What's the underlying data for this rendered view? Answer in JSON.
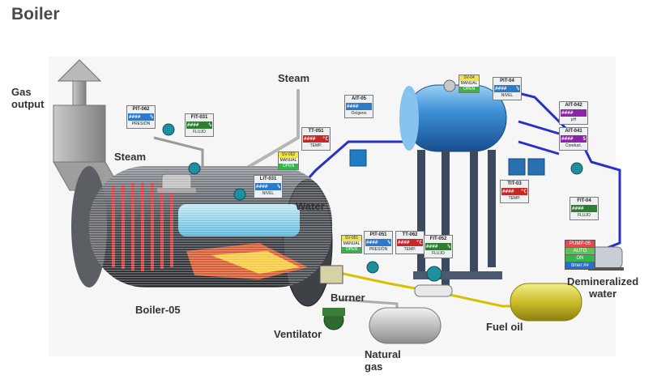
{
  "title": "Boiler",
  "labels": {
    "gas_output": "Gas\noutput",
    "steam_top": "Steam",
    "steam_left": "Steam",
    "water": "Water",
    "boiler": "Boiler-05",
    "burner": "Burner",
    "ventilator": "Ventilator",
    "natural_gas": "Natural\ngas",
    "fuel_oil": "Fuel oil",
    "demineralized_water": "Demineralized\nwater"
  },
  "instruments": {
    "pit062": {
      "tag": "PIT-062",
      "value": "####",
      "unit": "%",
      "desc": "PRESIÓN"
    },
    "fit031": {
      "tag": "FIT-031",
      "value": "####",
      "unit": "%",
      "desc": "FLUJO"
    },
    "lit031": {
      "tag": "LIT-031",
      "value": "####",
      "unit": "%",
      "desc": "NIVEL"
    },
    "tt051": {
      "tag": "TT-051",
      "value": "####",
      "unit": "°C",
      "desc": "TEMP."
    },
    "ait05": {
      "tag": "AIT-05",
      "value": "####",
      "unit": "",
      "desc": "Oxígeno"
    },
    "pit04": {
      "tag": "PIT-04",
      "value": "####",
      "unit": "%",
      "desc": "NIVEL"
    },
    "ait042": {
      "tag": "AIT-042",
      "value": "####",
      "unit": "",
      "desc": "pH"
    },
    "ait041": {
      "tag": "AIT-041",
      "value": "####",
      "unit": "S",
      "desc": "Conduct."
    },
    "tit03": {
      "tag": "TIT-03",
      "value": "####",
      "unit": "°C",
      "desc": "TEMP."
    },
    "fit04": {
      "tag": "FIT-04",
      "value": "####",
      "unit": "",
      "desc": "FLUJO"
    },
    "pit051": {
      "tag": "PIT-051",
      "value": "####",
      "unit": "%",
      "desc": "PRESIÓN"
    },
    "tt062": {
      "tag": "TT-062",
      "value": "####",
      "unit": "°C",
      "desc": "TEMP."
    },
    "fit052": {
      "tag": "FIT-052",
      "value": "####",
      "unit": "%",
      "desc": "FLUJO"
    }
  },
  "valves": {
    "sv052": {
      "tag": "SV-052",
      "mode": "MANUAL",
      "state": "OPEN"
    },
    "sv04": {
      "tag": "SV-04",
      "mode": "MANUAL",
      "state": "OPEN"
    },
    "sv051": {
      "tag": "SV-051",
      "mode": "MANUAL",
      "state": "OPEN"
    }
  },
  "pump": {
    "tag": "PUMP-05",
    "mode": "AUTO",
    "state": "ON",
    "timer": "timer:##"
  },
  "colors": {
    "water_pipe": "#2830c8",
    "oil_pipe": "#d8c000",
    "tag_blue": "#2f79c9",
    "tag_green": "#2e7d32",
    "tag_red": "#c62828",
    "tag_purple": "#8e24aa"
  }
}
